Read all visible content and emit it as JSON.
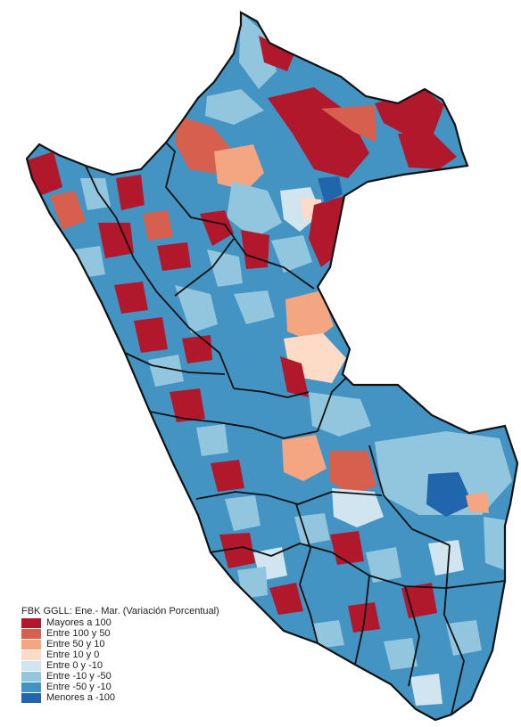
{
  "legend": {
    "title": "FBK GGLL: Ene.- Mar. (Variación Porcentual)",
    "items": [
      {
        "label": "Mayores a 100",
        "color": "#B2182B"
      },
      {
        "label": "Entre 100 y 50",
        "color": "#D6604D"
      },
      {
        "label": "Entre 50 y 10",
        "color": "#F4A582"
      },
      {
        "label": "Entre 10 y 0",
        "color": "#FDDBC7"
      },
      {
        "label": "Entre 0 y -10",
        "color": "#D1E5F0"
      },
      {
        "label": "Entre -10 y -50",
        "color": "#92C5DE"
      },
      {
        "label": "Entre -50 y -10",
        "color": "#4393C3"
      },
      {
        "label": "Menores a -100",
        "color": "#2166AC"
      }
    ]
  }
}
